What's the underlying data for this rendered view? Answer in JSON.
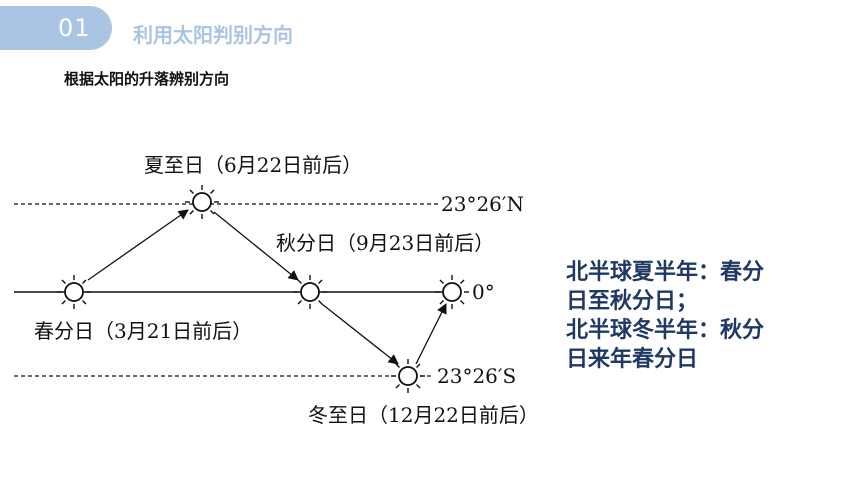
{
  "header": {
    "number": "01",
    "title": "利用太阳判别方向"
  },
  "subtitle": "根据太阳的升落辨别方向",
  "diagram": {
    "labels": {
      "summer_solstice": "夏至日（6月22日前后）",
      "autumn_equinox": "秋分日（9月23日前后）",
      "spring_equinox": "春分日（3月21日前后）",
      "winter_solstice": "冬至日（12月22日前后）",
      "tropic_north": "23°26′N",
      "equator": "0°",
      "tropic_south": "23°26′S"
    }
  },
  "note": {
    "lines": [
      "北半球夏半年：春分",
      "日至秋分日；",
      "北半球冬半年：秋分",
      "日来年春分日"
    ]
  },
  "colors": {
    "badge": "#a9c5e3",
    "note_text": "#1f3864"
  }
}
